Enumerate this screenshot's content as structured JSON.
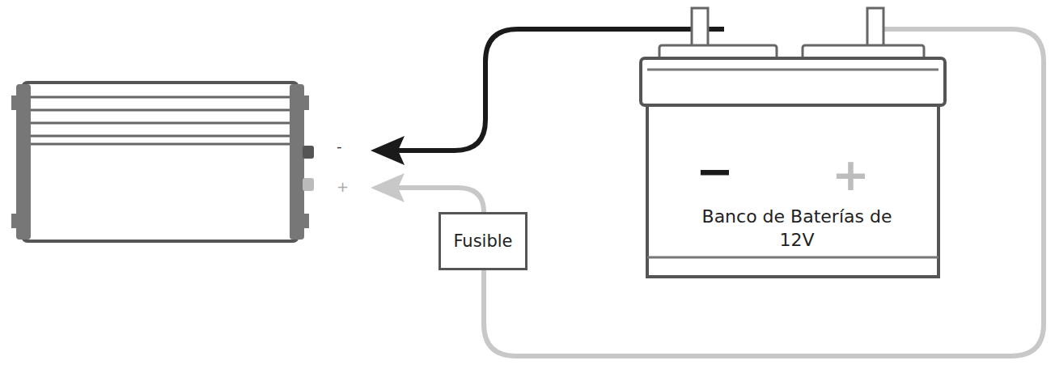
{
  "diagram": {
    "nodes": [
      {
        "text": [
          "Fusible"
        ]
      },
      {
        "text": [
          "−",
          "+",
          "Banco de Baterías de 12V"
        ]
      }
    ],
    "edges": [
      {
        "from": 1,
        "to": 0,
        "arrow": "none"
      }
    ],
    "labels": [
      "-",
      "+"
    ]
  }
}
